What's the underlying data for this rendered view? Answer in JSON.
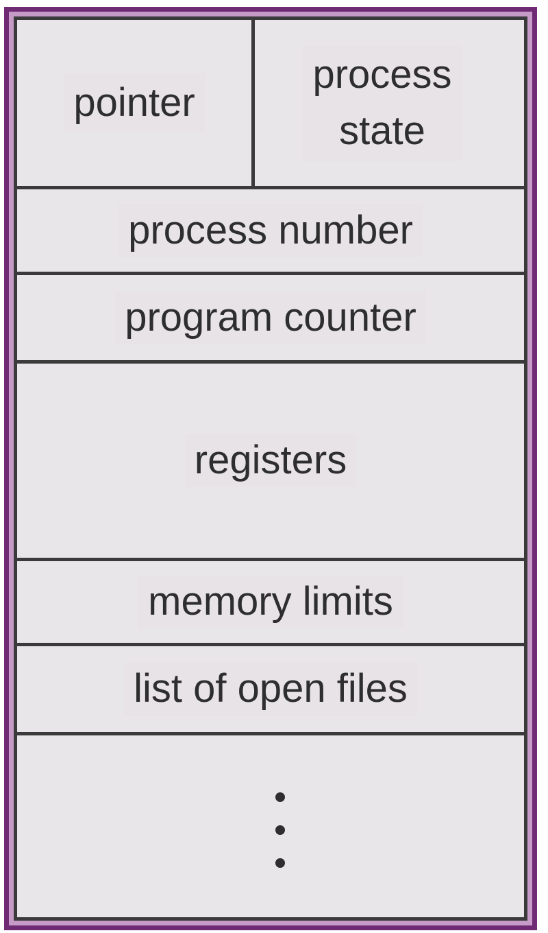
{
  "diagram": {
    "colors": {
      "outer_border": "#6e2a73",
      "outer_inner_band": "#c79bc8",
      "cell_fill": "#e8e6e8",
      "lines": "#3a3a3a",
      "text": "#2e2e2e"
    },
    "fields": {
      "pointer": "pointer",
      "process_state": "process\nstate",
      "process_number": "process number",
      "program_counter": "program counter",
      "registers": "registers",
      "memory_limits": "memory limits",
      "open_files": "list of open files",
      "continuation_icon": "vertical-ellipsis"
    }
  }
}
